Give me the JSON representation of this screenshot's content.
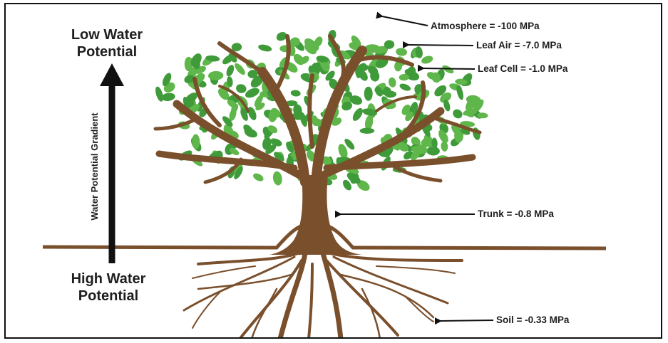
{
  "labels": {
    "low": [
      "Low Water",
      "Potential"
    ],
    "high": [
      "High Water",
      "Potential"
    ],
    "gradient": "Water Potential Gradient"
  },
  "callouts": [
    {
      "id": "atmosphere",
      "text": "Atmosphere = -100 MPa"
    },
    {
      "id": "leaf-air",
      "text": "Leaf Air = -7.0 MPa"
    },
    {
      "id": "leaf-cell",
      "text": "Leaf Cell = -1.0 MPa"
    },
    {
      "id": "trunk",
      "text": "Trunk = -0.8 MPa"
    },
    {
      "id": "soil",
      "text": "Soil = -0.33 MPa"
    }
  ],
  "colors": {
    "trunk": "#7a4f2c",
    "leaf_light": "#5fb64a",
    "leaf_dark": "#3f9a3a",
    "ground": "#7a4f2c",
    "arrow": "#111111"
  }
}
